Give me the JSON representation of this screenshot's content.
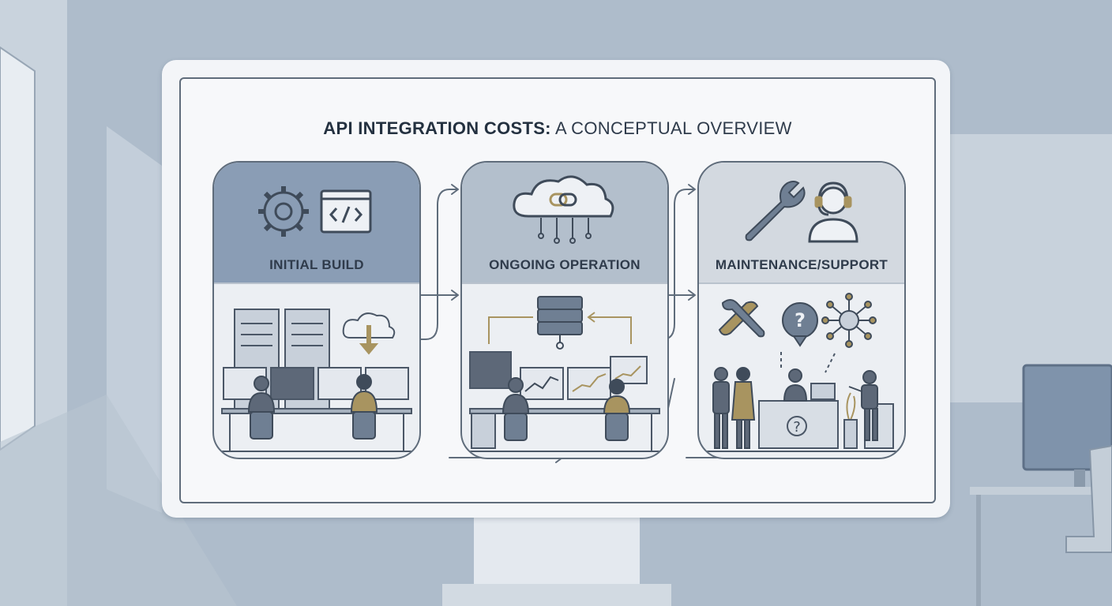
{
  "title": {
    "strong": "API INTEGRATION COSTS:",
    "rest": " A CONCEPTUAL OVERVIEW"
  },
  "stages": [
    {
      "label": "INITIAL BUILD",
      "head_color": "#8a9db5",
      "icons": [
        "gear-icon",
        "code-window-icon"
      ]
    },
    {
      "label": "ONGOING OPERATION",
      "head_color": "#b3bfcc",
      "icons": [
        "cloud-link-icon"
      ]
    },
    {
      "label": "MAINTENANCE/SUPPORT",
      "head_color": "#d3d9e0",
      "icons": [
        "wrench-icon",
        "support-agent-icon"
      ]
    }
  ],
  "colors": {
    "line": "#5f6c7b",
    "accent_gold": "#a89460",
    "slate": "#6f7f93"
  }
}
